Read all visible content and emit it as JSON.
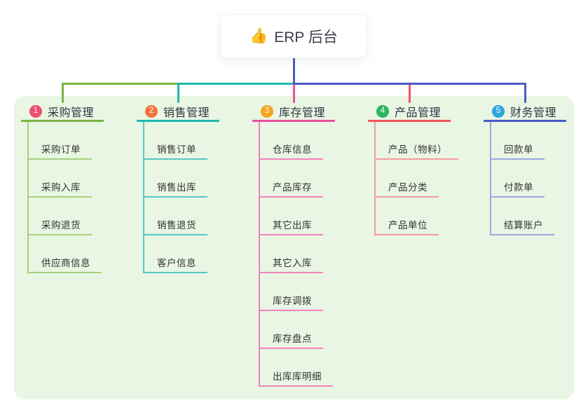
{
  "root": {
    "icon": "👍",
    "label": "ERP 后台"
  },
  "branches": [
    {
      "badge": "1",
      "label": "采购管理",
      "line_color": "#7cb342",
      "child_line_color": "#a6d17c",
      "badge_color": "#ee4e6d",
      "children": [
        "采购订单",
        "采购入库",
        "采购退货",
        "供应商信息"
      ]
    },
    {
      "badge": "2",
      "label": "销售管理",
      "line_color": "#20b9ab",
      "child_line_color": "#55c9be",
      "badge_color": "#f4733c",
      "children": [
        "销售订单",
        "销售出库",
        "销售退货",
        "客户信息"
      ]
    },
    {
      "badge": "3",
      "label": "库存管理",
      "line_color": "#ec4f9e",
      "child_line_color": "#f383bd",
      "badge_color": "#f5a51d",
      "children": [
        "仓库信息",
        "产品库存",
        "其它出库",
        "其它入库",
        "库存调拨",
        "库存盘点",
        "出库库明细"
      ]
    },
    {
      "badge": "4",
      "label": "产品管理",
      "line_color": "#f4535e",
      "child_line_color": "#f79ba0",
      "badge_color": "#2db55d",
      "children": [
        "产品（物料）",
        "产品分类",
        "产品单位"
      ]
    },
    {
      "badge": "5",
      "label": "财务管理",
      "line_color": "#4a5bc4",
      "child_line_color": "#9aaade",
      "badge_color": "#30a5e0",
      "children": [
        "回款单",
        "付款单",
        "结算账户"
      ]
    }
  ],
  "colors": {
    "background": "#ffffff",
    "panel": "#e8f6e3",
    "root_connector": "#4a5bc4",
    "text": "#333333",
    "root_text": "#3c3f4c"
  }
}
